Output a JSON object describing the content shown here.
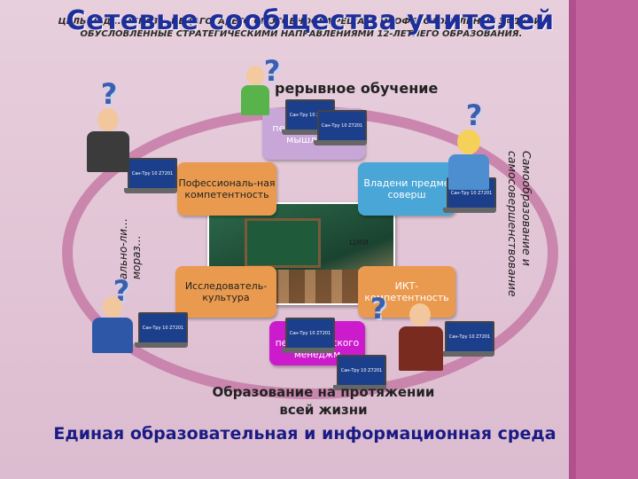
{
  "slide": {
    "title": "Сетевые сообщества учителей",
    "goal_text": "ЦЕЛЬ ПЕД... ОБРАЗ... ПЕДАГОГА, ЕГО СПОСОБНОСТИ РЕШАТЬ ПРОФЕССИОНАЛЬНЫЕ ЗАДАЧИ, ОБУСЛОВЛЕННЫЕ СТРАТЕГИЧЕСКИМИ НАПРАВЛЕНИЯМИ 12-ЛЕТНЕГО ОБРАЗОВАНИЯ.",
    "continuous": "рерывное обучение",
    "lifelong": "Образование на протяжении всей жизни",
    "unified_env": "Единая образовательная и информационная среда",
    "vert_right": "Самообразование и самосовершенствование",
    "vert_left": "ально-ли… мораз…"
  },
  "boxes": {
    "thinking": "педагогическое мышление",
    "professional": "Пофессиональ-ная компетентность",
    "subject": "Владени предме соверш",
    "center": "ции",
    "research": "Исследователь-культура",
    "ict": "ИКТ-компетентность",
    "management": "Навыки педагогического менеджм"
  },
  "laptop_label": "Сан-Тру 10 Z7201",
  "icons": {
    "question": "?"
  },
  "colors": {
    "title": "#1e2e9a",
    "ring": "#c67aa6",
    "orange": "#ea9a4e",
    "blue": "#4aa6d6",
    "magenta": "#cc1bcc",
    "lavender": "#c8a6d8",
    "sidebar": "#c2639e"
  }
}
